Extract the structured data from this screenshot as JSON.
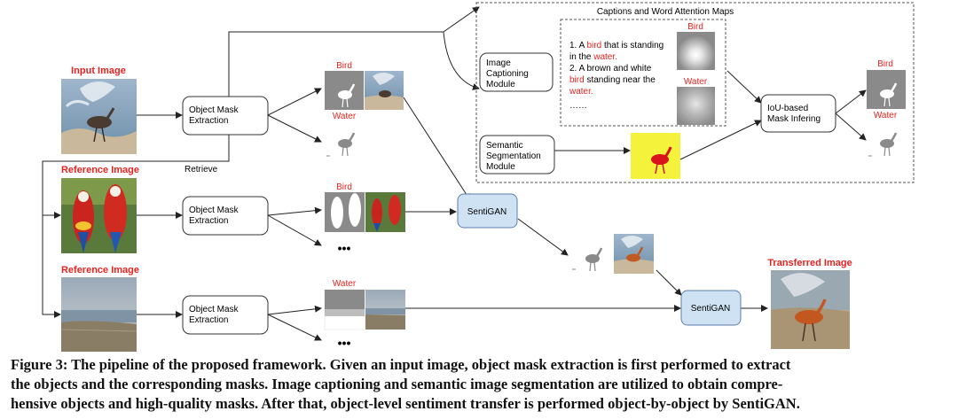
{
  "labels": {
    "input_image": "Input Image",
    "reference_image_1": "Reference Image",
    "reference_image_2": "Reference Image",
    "transferred_image": "Transferred Image",
    "retrieve": "Retrieve",
    "bird_1": "Bird",
    "water_1": "Water",
    "bird_2": "Bird",
    "water_3": "Water",
    "bird_att": "Bird",
    "water_att": "Water",
    "bird_out": "Bird",
    "water_out": "Water",
    "more_1": "•••",
    "more_2": "•••"
  },
  "modules": {
    "mask_1": [
      "Object Mask",
      "Extraction"
    ],
    "mask_2": [
      "Object Mask",
      "Extraction"
    ],
    "mask_3": [
      "Object Mask",
      "Extraction"
    ],
    "captioning": [
      "Image",
      "Captioning",
      "Module"
    ],
    "segmentation": [
      "Semantic",
      "Segmentation",
      "Module"
    ],
    "iou": [
      "IoU-based",
      "Mask Infering"
    ],
    "sentigan_1": "SentiGAN",
    "sentigan_2": "SentiGAN"
  },
  "attention_box": {
    "title": "Captions and Word Attention Maps",
    "caption_1": {
      "num": "1.",
      "w1": "A",
      "w2": "bird",
      "w3": "that is standing",
      "w4": "in the",
      "w5": "water."
    },
    "caption_2": {
      "num": "2.",
      "w1": "A brown and white",
      "w2": "bird",
      "w3": "standing near the",
      "w4": "water."
    },
    "ellipsis": "……"
  },
  "caption": {
    "line1": "Figure 3: The pipeline of the proposed framework. Given an input image, object mask extraction is first performed to extract",
    "line2": "the objects and the corresponding masks. Image captioning and semantic image segmentation are utilized to obtain compre-",
    "line3": "hensive objects and high-quality masks. After that, object-level sentiment transfer is performed object-by-object by SentiGAN."
  },
  "colors": {
    "label_red": "#e8231f",
    "sentigan_fill": "#cfe2f3",
    "sentigan_stroke": "#5a7fa8",
    "segmentation_bg": "#f4f23a",
    "segmentation_fg": "#d8131c",
    "mask_gray": "#8a8a8a"
  }
}
